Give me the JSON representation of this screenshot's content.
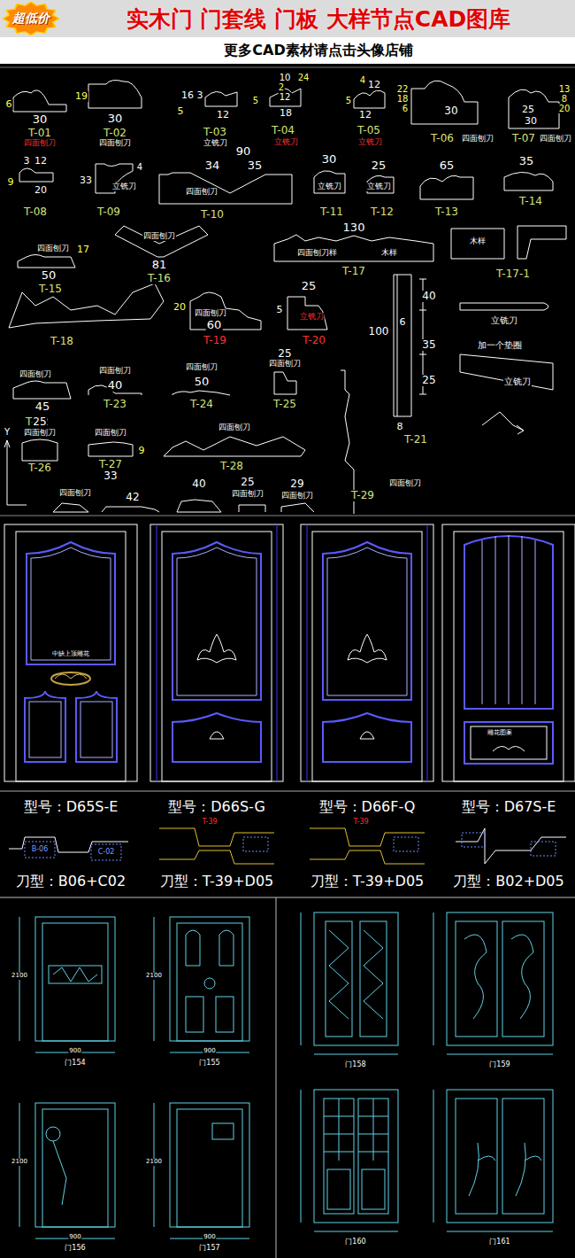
{
  "diagram": {
    "title": "实木门 门套线 门板 大样节点CAD图库",
    "nodes": [
      {
        "text": [
          "超低价"
        ]
      }
    ],
    "labels": [
      "更多CAD素材请点击头像店铺",
      "6",
      "30",
      "T-01",
      "四面刨刀",
      "19",
      "30",
      "T-02",
      "四面刨刀",
      "16",
      "3",
      "5",
      "12",
      "T-03",
      "立铣刀",
      "10",
      "24",
      "2",
      "12",
      "5",
      "18",
      "T-04",
      "立铣刀",
      "4",
      "12",
      "5",
      "12",
      "T-05",
      "立铣刀",
      "22",
      "18",
      "6",
      "30",
      "T-06",
      "四面刨刀",
      "13",
      "8",
      "20",
      "25",
      "30",
      "T-07",
      "四面刨刀",
      "3",
      "12",
      "9",
      "20",
      "T-08",
      "33",
      "4",
      "立铣刀",
      "T-09",
      "90",
      "34",
      "35",
      "四面刨刀",
      "T-10",
      "30",
      "立铣刀",
      "T-11",
      "25",
      "立铣刀",
      "T-12",
      "65",
      "T-13",
      "35",
      "T-14",
      "四面刨刀",
      "17",
      "50",
      "T-15",
      "四面刨刀",
      "81",
      "T-16",
      "130",
      "四面刨刀样",
      "木样",
      "T-17",
      "木样",
      "T-17-1",
      "T-18",
      "20",
      "四面刨刀",
      "60",
      "T-19",
      "25",
      "5",
      "立铣刀",
      "T-20",
      "40",
      "6",
      "100",
      "35",
      "25",
      "8",
      "T-21",
      "立铣刀",
      "加一个垫圈",
      "立铣刀",
      "四面刨刀",
      "45",
      "T-22",
      "四面刨刀",
      "40",
      "T-23",
      "四面刨刀",
      "50",
      "T-24",
      "25",
      "四面刨刀",
      "T-25",
      "25",
      "四面刨刀",
      "T-26",
      "四面刨刀",
      "9",
      "T-27",
      "33",
      "四面刨刀",
      "T-28",
      "四面刨刀",
      "T-29",
      "四面刨刀",
      "42",
      "40",
      "25",
      "四面刨刀",
      "29",
      "四面刨刀",
      "Y",
      "中缺上顶雕花",
      "雕花图案",
      "型号：D65S-E",
      "型号：D66S-G",
      "型号：D66F-Q",
      "型号：D67S-E",
      "B-06",
      "C-02",
      "T-39",
      "T-39",
      "刀型：B06+C02",
      "刀型：T-39+D05",
      "刀型：T-39+D05",
      "刀型：B02+D05",
      "门154",
      "门155",
      "门156",
      "门157",
      "门158",
      "门159",
      "门160",
      "门161",
      "2100",
      "2100",
      "2100",
      "2100",
      "900",
      "900",
      "900",
      "900"
    ]
  }
}
